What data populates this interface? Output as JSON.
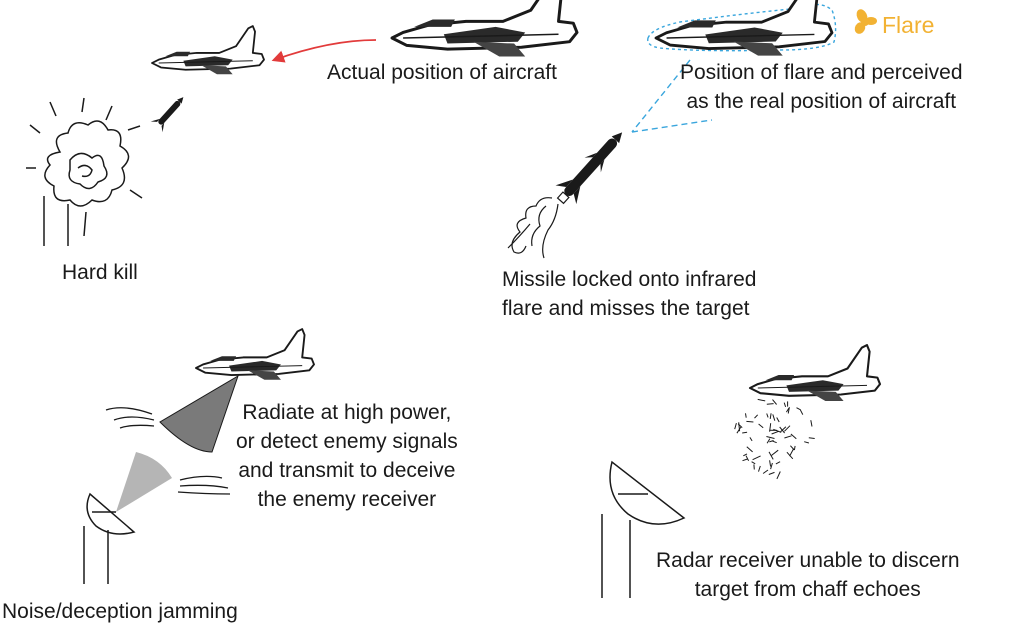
{
  "colors": {
    "ink": "#1a1a1a",
    "arrow": "#e23b3b",
    "flare": "#f2b233",
    "tracking_line": "#3aa6dd",
    "beam_dark": "#7a7a7a",
    "beam_light": "#b5b5b5"
  },
  "labels": {
    "actual_position": "Actual position of aircraft",
    "flare": "Flare",
    "flare_position": [
      "Position of flare and perceived",
      "as the real position of aircraft"
    ],
    "hard_kill": "Hard kill",
    "missile_locked": [
      "Missile locked onto infrared",
      "flare and misses the target"
    ],
    "radiate": [
      "Radiate at high power,",
      "or detect enemy signals",
      "and transmit to deceive",
      "the enemy receiver"
    ],
    "noise_jamming": "Noise/deception jamming",
    "radar_receiver": [
      "Radar receiver unable to discern",
      "target from chaff echoes"
    ]
  },
  "icons": [
    "jet-aircraft-icon",
    "missile-icon",
    "explosion-icon",
    "flare-burst-icon",
    "radar-dish-icon",
    "chaff-cloud-icon",
    "signal-wave-icon"
  ]
}
